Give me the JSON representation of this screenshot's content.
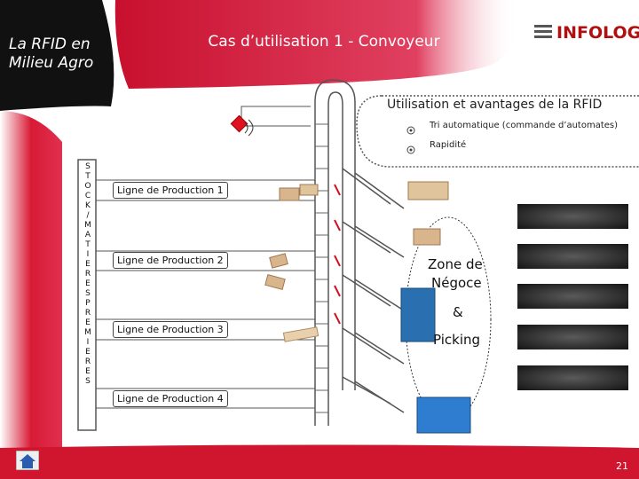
{
  "header": {
    "left_title": "La RFID en\nMilieu Agro",
    "title": "Cas d’utilisation 1 - Convoyeur",
    "logo_text": "INFOLOGIC"
  },
  "panel": {
    "title": "Utilisation et avantages de la RFID",
    "advantages": [
      "Tri automatique (commande d’automates)",
      "Rapidité"
    ]
  },
  "side_label": [
    "S",
    "T",
    "O",
    "C",
    "K",
    "/",
    "M",
    "A",
    "T",
    "I",
    "E",
    "R",
    "E",
    "S",
    "P",
    "R",
    "E",
    "M",
    "I",
    "E",
    "R",
    "E",
    "S"
  ],
  "production_lines": [
    "Ligne de Production 1",
    "Ligne de Production 2",
    "Ligne de Production 3",
    "Ligne de Production 4"
  ],
  "zone": {
    "line1": "Zone de",
    "line2": "Négoce",
    "line3": "&",
    "line4": "Picking"
  },
  "footer": {
    "page_number": "21"
  },
  "colors": {
    "accent_red": "#c8102e",
    "dark": "#111111",
    "tag_red": "#cc1020"
  },
  "icons": [
    "home-icon",
    "rfid-tag-icon",
    "rfid-reader-icon",
    "truck-icon",
    "pallet-icon",
    "crate-stack-icon",
    "bullet-icon"
  ]
}
